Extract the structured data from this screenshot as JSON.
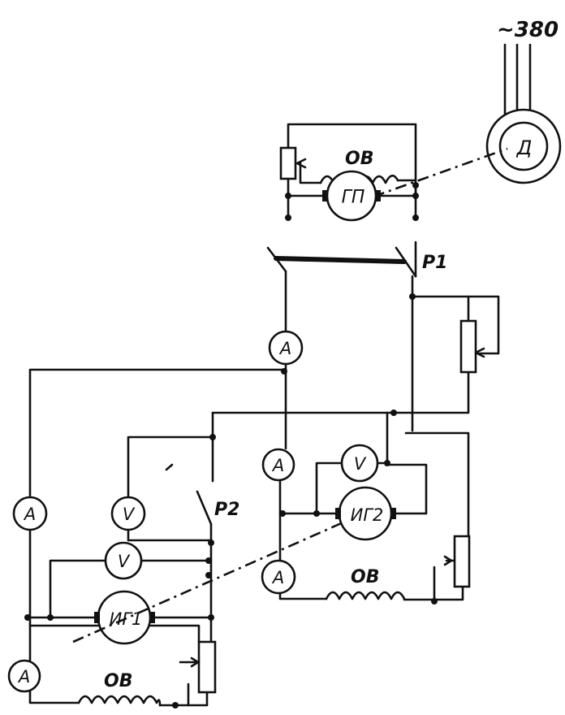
{
  "labels": {
    "supply": "~380",
    "motor": "Д",
    "generator_main": "ГП",
    "generator_1": "ИГ1",
    "generator_2": "ИГ2",
    "field_winding": "ОВ",
    "relay_1": "Р1",
    "relay_2": "Р2",
    "ammeter": "A",
    "voltmeter": "V"
  }
}
